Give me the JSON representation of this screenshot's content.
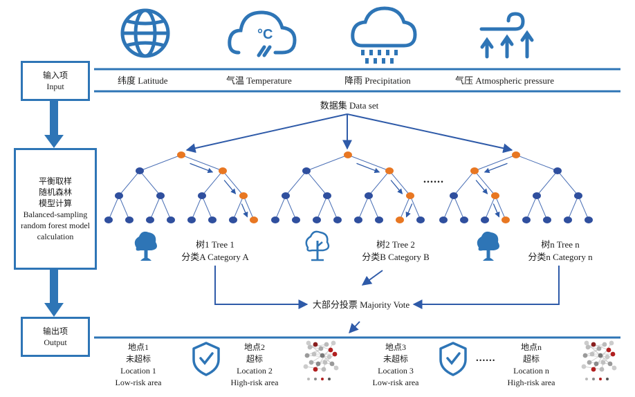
{
  "input_box": {
    "line1": "输入项",
    "line2": "Input"
  },
  "model_box": {
    "line1": "平衡取样",
    "line2": "随机森林",
    "line3": "模型计算",
    "line4": "Balanced-sampling",
    "line5": "random forest model",
    "line6": "calculation"
  },
  "output_box": {
    "line1": "输出项",
    "line2": "Output"
  },
  "inputs": [
    {
      "label": "纬度 Latitude",
      "icon": "globe-icon"
    },
    {
      "label": "气温 Temperature",
      "icon": "thermometer-cloud-icon"
    },
    {
      "label": "降雨 Precipitation",
      "icon": "rain-cloud-icon"
    },
    {
      "label": "气压 Atmospheric pressure",
      "icon": "wind-pressure-icon"
    }
  ],
  "dataset_label": "数据集 Data set",
  "ellipsis": "......",
  "trees": [
    {
      "name": "树1 Tree 1",
      "category": "分类A Category A"
    },
    {
      "name": "树2 Tree 2",
      "category": "分类B Category B"
    },
    {
      "name": "树n Tree n",
      "category": "分类n Category n"
    }
  ],
  "majority_vote": "大部分投票 Majority Vote",
  "locations": [
    {
      "name": "地点1",
      "status": "未超标",
      "en": "Location 1",
      "risk": "Low-risk area"
    },
    {
      "name": "地点2",
      "status": "超标",
      "en": "Location 2",
      "risk": "High-risk area"
    },
    {
      "name": "地点3",
      "status": "未超标",
      "en": "Location 3",
      "risk": "Low-risk area"
    },
    {
      "name": "地点n",
      "status": "超标",
      "en": "Location n",
      "risk": "High-risk area"
    }
  ],
  "output_ellipsis": "......",
  "colors": {
    "accent": "#2e75b6",
    "node_blue": "#2f4f9e",
    "node_orange": "#e87722",
    "edge": "#4a6fb5"
  }
}
